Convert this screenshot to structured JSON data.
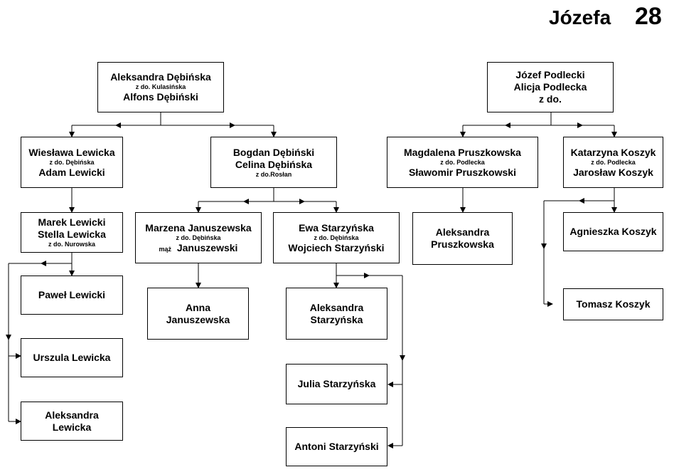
{
  "header": {
    "name": "Józefa",
    "number": "28"
  },
  "boxes": {
    "debinska": {
      "line1": "Aleksandra Dębińska",
      "note": "z do. Kulasińska",
      "line2": "Alfons Dębiński"
    },
    "podlecki": {
      "line1": "Józef Podlecki",
      "line2": "Alicja  Podlecka",
      "line3": "z  do."
    },
    "wieslawa": {
      "line1": "Wiesława Lewicka",
      "note": "z do. Dębińska",
      "line2": "Adam Lewicki"
    },
    "bogdan": {
      "line1": "Bogdan Dębiński",
      "line2": "Celina Dębińska",
      "note": "z do.Rosłan"
    },
    "magdalena": {
      "line1": "Magdalena Pruszkowska",
      "note": "z do. Podlecka",
      "line2": "Sławomir Pruszkowski"
    },
    "katarzyna": {
      "line1": "Katarzyna Koszyk",
      "note": "z do. Podlecka",
      "line2": "Jarosław Koszyk"
    },
    "marek": {
      "line1": "Marek Lewicki",
      "line2": "Stella Lewicka",
      "note": "z do. Nurowska"
    },
    "marzena": {
      "line1": "Marzena Januszewska",
      "note": "z do. Dębińska",
      "line2_prefix": "mąż",
      "line2": "Januszewski"
    },
    "ewa": {
      "line1": "Ewa Starzyńska",
      "note": "z do. Dębińska",
      "line2": "Wojciech  Starzyński"
    },
    "aleksandra_p": {
      "line1": "Aleksandra",
      "line2": "Pruszkowska"
    },
    "agnieszka": {
      "line1": "Agnieszka Koszyk"
    },
    "pawel": {
      "line1": "Paweł Lewicki"
    },
    "anna": {
      "line1": "Anna",
      "line2": "Januszewska"
    },
    "aleksandra_s": {
      "line1": "Aleksandra",
      "line2": "Starzyńska"
    },
    "tomasz": {
      "line1": "Tomasz Koszyk"
    },
    "urszula": {
      "line1": "Urszula Lewicka"
    },
    "julia": {
      "line1": "Julia Starzyńska"
    },
    "aleksandra_l": {
      "line1": "Aleksandra",
      "line2": "Lewicka"
    },
    "antoni": {
      "line1": "Antoni Starzyński"
    }
  }
}
